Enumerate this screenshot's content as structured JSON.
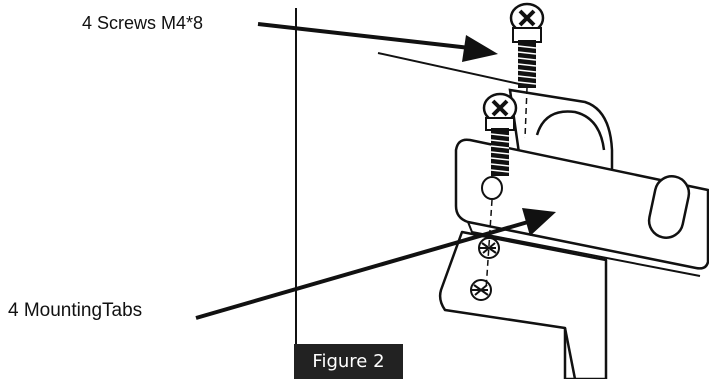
{
  "labels": {
    "screws": "4 Screws M4*8",
    "tabs": "4 MountingTabs"
  },
  "figure": {
    "caption": "Figure 2"
  },
  "colors": {
    "ink": "#111111",
    "caption_bg": "#222222",
    "caption_text": "#ffffff"
  }
}
